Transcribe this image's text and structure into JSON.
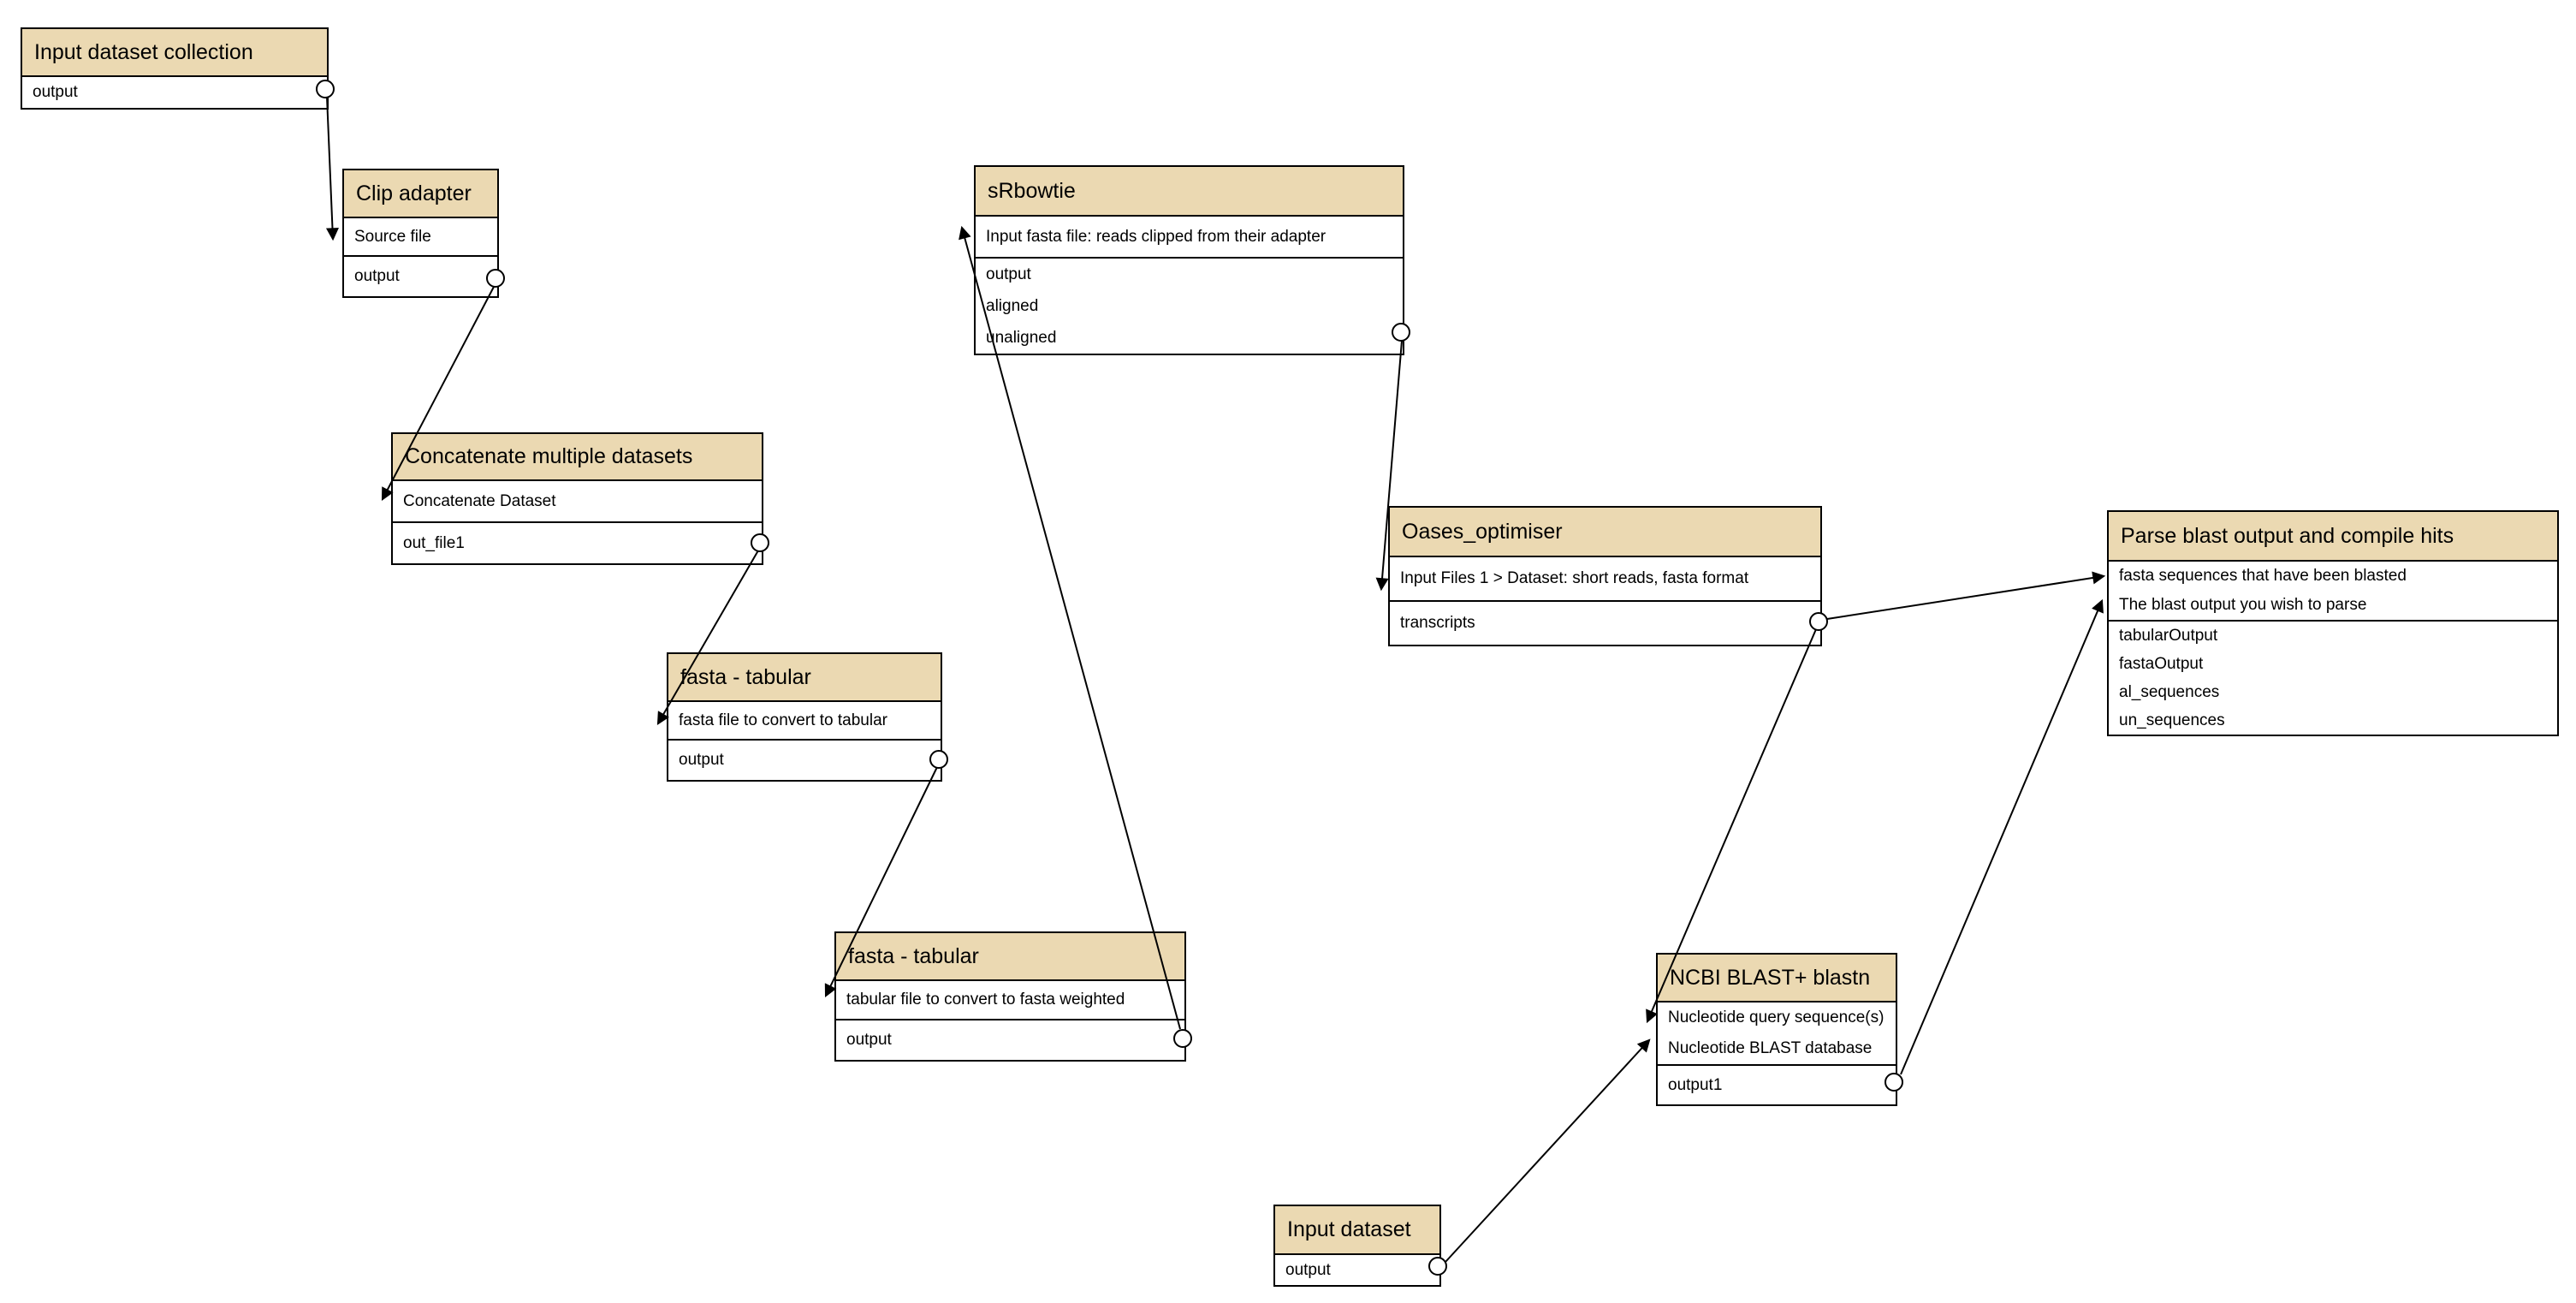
{
  "diagram": {
    "type": "workflow-graph",
    "style": {
      "node_header_fill": "#ebd9b2",
      "node_body_fill": "#ffffff",
      "node_border": "#000000",
      "wire_color": "#000000",
      "canvas_background": "#ffffff"
    },
    "nodes": [
      {
        "id": "input-dataset-collection",
        "title": "Input dataset collection",
        "inputs": [],
        "outputs": [
          "output"
        ]
      },
      {
        "id": "clip-adapter",
        "title": "Clip adapter",
        "inputs": [
          "Source file"
        ],
        "outputs": [
          "output"
        ]
      },
      {
        "id": "concatenate-multiple-datasets",
        "title": "Concatenate multiple datasets",
        "inputs": [
          "Concatenate Dataset"
        ],
        "outputs": [
          "out_file1"
        ]
      },
      {
        "id": "fasta-tabular-1",
        "title": "fasta - tabular",
        "inputs": [
          "fasta file to convert to tabular"
        ],
        "outputs": [
          "output"
        ]
      },
      {
        "id": "fasta-tabular-2",
        "title": "fasta - tabular",
        "inputs": [
          "tabular file to convert to fasta weighted"
        ],
        "outputs": [
          "output"
        ]
      },
      {
        "id": "srbowtie",
        "title": "sRbowtie",
        "inputs": [
          "Input fasta file: reads clipped from their adapter"
        ],
        "outputs": [
          "output",
          "aligned",
          "unaligned"
        ]
      },
      {
        "id": "oases-optimiser",
        "title": "Oases_optimiser",
        "inputs": [
          "Input Files 1 > Dataset: short reads, fasta format"
        ],
        "outputs": [
          "transcripts"
        ]
      },
      {
        "id": "parse-blast-output",
        "title": "Parse blast output and compile hits",
        "inputs": [
          "fasta sequences that have been blasted",
          "The blast output you wish to parse"
        ],
        "outputs": [
          "tabularOutput",
          "fastaOutput",
          "al_sequences",
          "un_sequences"
        ]
      },
      {
        "id": "ncbi-blast-blastn",
        "title": "NCBI BLAST+ blastn",
        "inputs": [
          "Nucleotide query sequence(s)",
          "Nucleotide BLAST database"
        ],
        "outputs": [
          "output1"
        ]
      },
      {
        "id": "input-dataset",
        "title": "Input dataset",
        "inputs": [],
        "outputs": [
          "output"
        ]
      }
    ],
    "connections": [
      {
        "from": "Input dataset collection : output",
        "to": "Clip adapter : Source file"
      },
      {
        "from": "Clip adapter : output",
        "to": "Concatenate multiple datasets : Concatenate Dataset"
      },
      {
        "from": "Concatenate multiple datasets : out_file1",
        "to": "fasta - tabular : fasta file to convert to tabular"
      },
      {
        "from": "fasta - tabular : output",
        "to": "fasta - tabular : tabular file to convert to fasta weighted"
      },
      {
        "from": "fasta - tabular : output",
        "to": "sRbowtie : Input fasta file: reads clipped from their adapter"
      },
      {
        "from": "sRbowtie : unaligned",
        "to": "Oases_optimiser : Input Files 1 > Dataset: short reads, fasta format"
      },
      {
        "from": "Oases_optimiser : transcripts",
        "to": "Parse blast output and compile hits : fasta sequences that have been blasted"
      },
      {
        "from": "Oases_optimiser : transcripts",
        "to": "NCBI BLAST+ blastn : Nucleotide query sequence(s)"
      },
      {
        "from": "NCBI BLAST+ blastn : output1",
        "to": "Parse blast output and compile hits : The blast output you wish to parse"
      },
      {
        "from": "Input dataset : output",
        "to": "NCBI BLAST+ blastn : Nucleotide BLAST database"
      }
    ]
  }
}
